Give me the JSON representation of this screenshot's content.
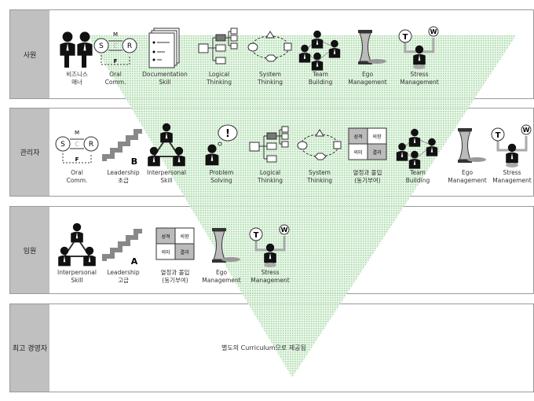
{
  "colors": {
    "pattern": "#8fcf8f",
    "label_bg": "#c0c0c0"
  },
  "rows": [
    {
      "label": "사원",
      "items": [
        {
          "icon": "handshake",
          "caption": "비즈니스\n매너"
        },
        {
          "icon": "oral-comm",
          "caption": "Oral\nComm."
        },
        {
          "icon": "document",
          "caption": "Documentation\nSkill"
        },
        {
          "icon": "tree",
          "caption": "Logical\nThinking"
        },
        {
          "icon": "cycle",
          "caption": "System\nThinking"
        },
        {
          "icon": "team",
          "caption": "Team\nBuilding"
        },
        {
          "icon": "hourglass",
          "caption": "Ego\nManagement"
        },
        {
          "icon": "stress",
          "caption": "Stress\nManagement"
        }
      ]
    },
    {
      "label": "관리자",
      "items": [
        {
          "icon": "oral-comm",
          "caption": "Oral\nComm."
        },
        {
          "icon": "stairs",
          "badge": "B",
          "caption": "Leadership\n초급"
        },
        {
          "icon": "triangle-people",
          "caption": "Interpersonal\nSkill"
        },
        {
          "icon": "problem",
          "caption": "Problem\nSolving"
        },
        {
          "icon": "tree",
          "caption": "Logical\nThinking"
        },
        {
          "icon": "cycle",
          "caption": "System\nThinking"
        },
        {
          "icon": "quad",
          "caption": "열정과 몰입\n(동기부여)"
        },
        {
          "icon": "team",
          "caption": "Team\nBuilding"
        },
        {
          "icon": "hourglass",
          "caption": "Ego\nManagement"
        },
        {
          "icon": "stress",
          "caption": "Stress\nManagement"
        }
      ]
    },
    {
      "label": "임원",
      "items": [
        {
          "icon": "triangle-people",
          "caption": "Interpersonal\nSkill"
        },
        {
          "icon": "stairs",
          "badge": "A",
          "caption": "Leadership\n고급"
        },
        {
          "icon": "quad",
          "caption": "열정과 몰입\n(동기부여)"
        },
        {
          "icon": "hourglass",
          "caption": "Ego\nManagement"
        },
        {
          "icon": "stress",
          "caption": "Stress\nManagement"
        }
      ]
    },
    {
      "label": "최고 경영자",
      "items": []
    }
  ],
  "quad_labels": [
    "성격",
    "의향",
    "의미",
    "결과"
  ],
  "oral_labels": {
    "s": "S",
    "r": "R",
    "c": "C",
    "m": "M",
    "f": "F"
  },
  "stress_labels": {
    "t": "T",
    "w": "W"
  },
  "problem_mark": "!",
  "ceo_note": "별도의 Curriculum으로 제공됨"
}
